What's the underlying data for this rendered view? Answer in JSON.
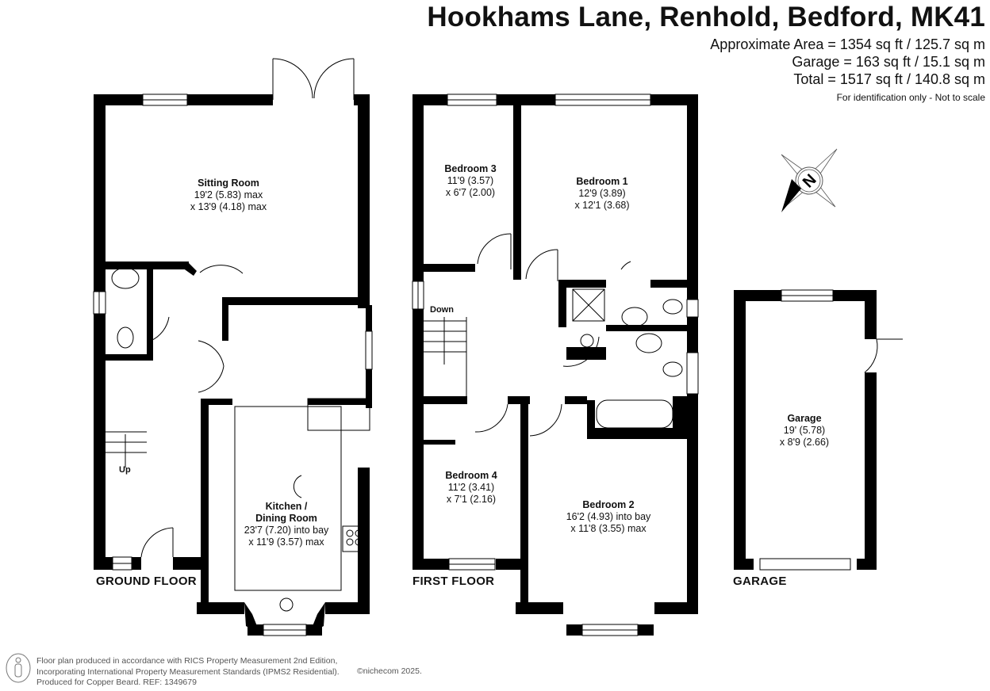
{
  "header": {
    "title": "Hookhams Lane, Renhold, Bedford, MK41",
    "approx_area": "Approximate Area = 1354 sq ft / 125.7 sq m",
    "garage_area": "Garage = 163 sq ft / 15.1 sq m",
    "total_area": "Total = 1517 sq ft / 140.8 sq m",
    "disclaimer": "For identification only - Not to scale"
  },
  "compass": {
    "label": "N",
    "icon": "north-compass-icon"
  },
  "floors": {
    "ground": {
      "label": "GROUND FLOOR",
      "stairs_label": "Up",
      "rooms": [
        {
          "name": "Sitting Room",
          "dim1": "19'2 (5.83) max",
          "dim2": "x 13'9 (4.18) max"
        },
        {
          "name": "Kitchen /",
          "name2": "Dining Room",
          "dim1": "23'7 (7.20) into bay",
          "dim2": "x 11'9 (3.57) max"
        }
      ]
    },
    "first": {
      "label": "FIRST FLOOR",
      "stairs_label": "Down",
      "rooms": [
        {
          "name": "Bedroom 3",
          "dim1": "11'9 (3.57)",
          "dim2": "x 6'7 (2.00)"
        },
        {
          "name": "Bedroom 1",
          "dim1": "12'9 (3.89)",
          "dim2": "x 12'1 (3.68)"
        },
        {
          "name": "Bedroom 4",
          "dim1": "11'2 (3.41)",
          "dim2": "x 7'1 (2.16)"
        },
        {
          "name": "Bedroom 2",
          "dim1": "16'2 (4.93) into bay",
          "dim2": "x 11'8 (3.55) max"
        }
      ]
    },
    "garage": {
      "label": "GARAGE",
      "rooms": [
        {
          "name": "Garage",
          "dim1": "19' (5.78)",
          "dim2": "x 8'9 (2.66)"
        }
      ]
    }
  },
  "footer": {
    "line1": "Floor plan produced in accordance with RICS Property Measurement 2nd Edition,",
    "line2": "Incorporating International Property Measurement Standards (IPMS2 Residential).",
    "line3": "Produced for Copper Beard.   REF:  1349679",
    "copyright": "©nichecom 2025."
  }
}
